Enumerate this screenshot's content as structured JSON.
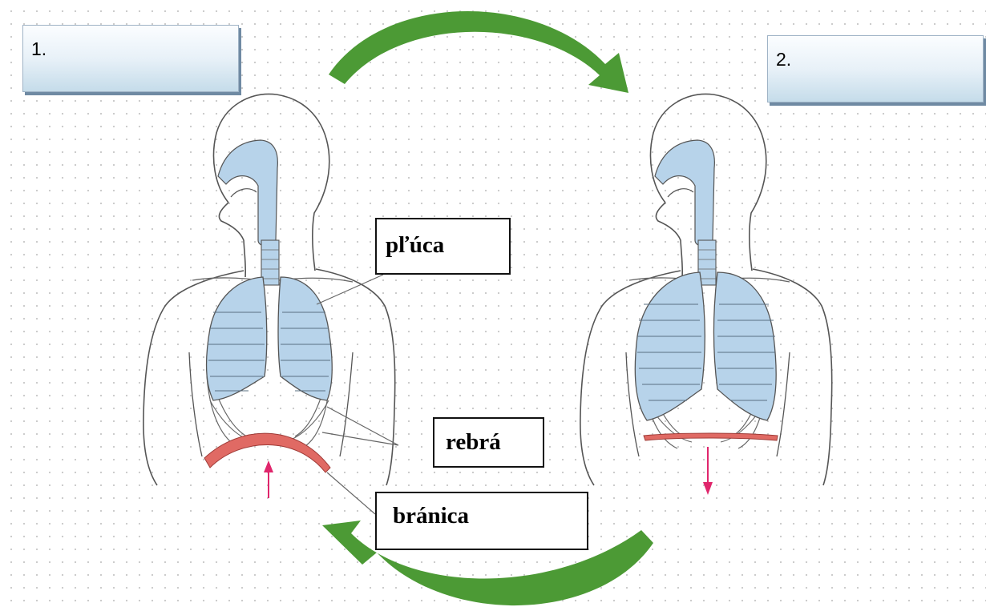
{
  "steps": {
    "first": "1.",
    "second": "2."
  },
  "labels": {
    "lungs": "pľúca",
    "ribs": "rebrá",
    "diaphragm": "bránica"
  },
  "colors": {
    "lung_fill": "#b7d3ea",
    "airway_fill": "#b7d3ea",
    "diaphragm_fill": "#e06a64",
    "cycle_arrow": "#4c9a35",
    "motion_arrow": "#e0266c",
    "outline": "#555555"
  },
  "icons": {
    "cycle_top": "curved-arrow-right-icon",
    "cycle_bottom": "curved-arrow-left-icon",
    "diaphragm_up": "arrow-up-icon",
    "diaphragm_down": "arrow-down-icon"
  }
}
